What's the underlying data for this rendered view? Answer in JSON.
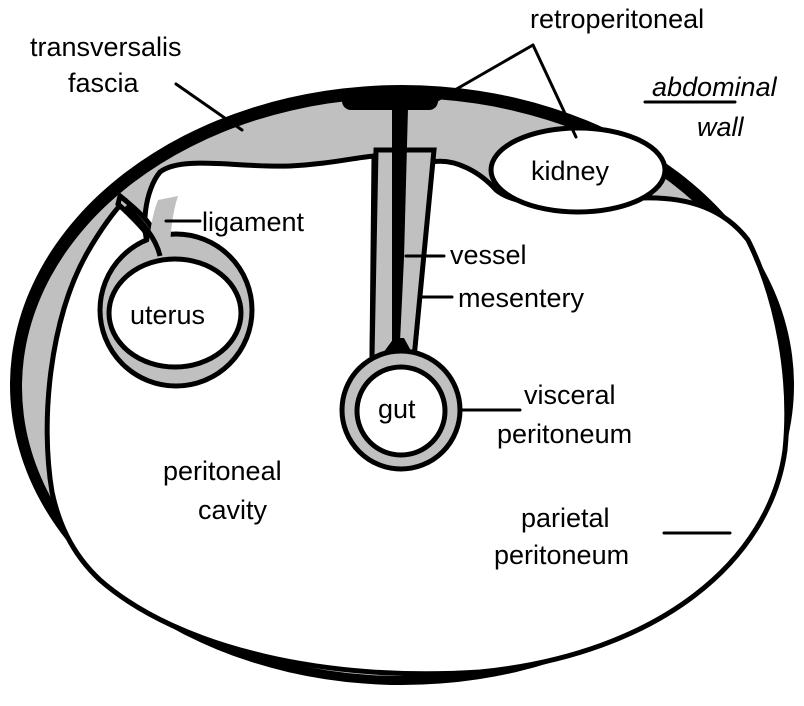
{
  "colors": {
    "membrane_fill": "#c0c0c0",
    "outline": "#000000",
    "cavity": "#ffffff"
  },
  "labels": {
    "transversalis_fascia": [
      "transversalis",
      "fascia"
    ],
    "retroperitoneal": "retroperitoneal",
    "abdominal_wall": [
      "abdominal",
      "wall"
    ],
    "kidney": "kidney",
    "ligament": "ligament",
    "vessel": "vessel",
    "mesentery": "mesentery",
    "uterus": "uterus",
    "gut": "gut",
    "visceral_peritoneum": [
      "visceral",
      "peritoneum"
    ],
    "peritoneal_cavity": [
      "peritoneal",
      "cavity"
    ],
    "parietal_peritoneum": [
      "parietal",
      "peritoneum"
    ]
  }
}
